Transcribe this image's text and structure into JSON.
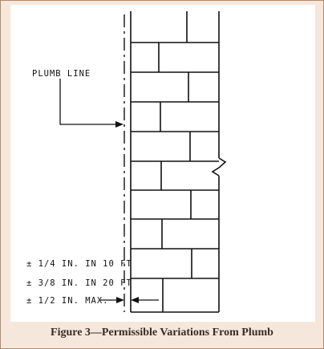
{
  "diagram": {
    "plumb_label": "PLUMB LINE",
    "tolerances": [
      "± 1/4 IN. IN 10 FT",
      "± 3/8 IN. IN 20 FT",
      "± 1/2 IN. MAX."
    ]
  },
  "caption": "Figure 3—Permissible Variations From Plumb",
  "colors": {
    "frame_border": "#b08a6a",
    "frame_background": "#f6e7dc",
    "caption_text": "#3a2c22",
    "line": "#111111"
  }
}
